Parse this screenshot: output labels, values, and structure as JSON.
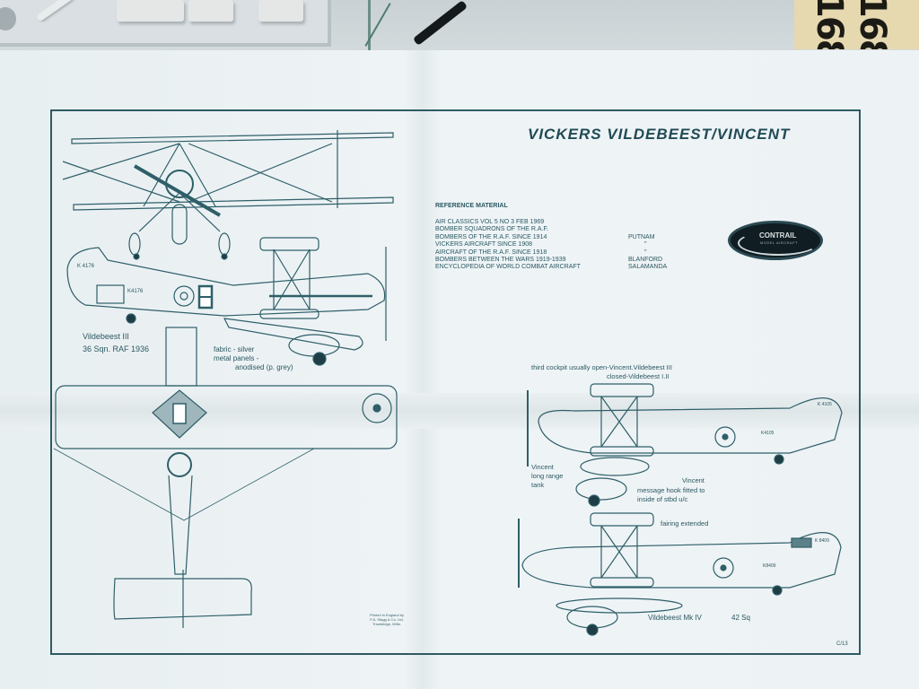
{
  "scene": {
    "description": "Photo of an unfolded plastic model kit instruction sheet lying on a desk",
    "background_items": [
      "plastic-sprue",
      "black-cable",
      "decal-sheet"
    ],
    "decal_sheet_text": [
      "168",
      "168"
    ]
  },
  "sheet": {
    "title": "VICKERS VILDEBEEST/VINCENT",
    "reference": {
      "heading": "REFERENCE MATERIAL",
      "items": [
        {
          "title": "AIR CLASSICS VOL 5 NO 3 FEB 1969",
          "publisher": ""
        },
        {
          "title": "BOMBER SQUADRONS OF THE R.A.F.",
          "publisher": ""
        },
        {
          "title": "BOMBERS OF THE  R.A.F. SINCE 1914",
          "publisher": "PUTNAM"
        },
        {
          "title": "VICKERS AIRCRAFT SINCE 1908",
          "publisher": "\""
        },
        {
          "title": "AIRCRAFT OF THE R.A.F. SINCE 1918",
          "publisher": "\""
        },
        {
          "title": "BOMBERS BETWEEN THE WARS 1919-1939",
          "publisher": "BLANFORD"
        },
        {
          "title": "ENCYCLOPEDIA OF WORLD COMBAT AIRCRAFT",
          "publisher": "SALAMANDA"
        }
      ]
    },
    "logo": {
      "name": "CONTRAIL",
      "subtitle": "MODEL AIRCRAFT"
    },
    "left_panel": {
      "caption_line1": "Vildebeest III",
      "caption_line2": "36 Sqn. RAF  1936",
      "finish_note_line1": "fabric - silver",
      "finish_note_line2": "metal panels -",
      "finish_note_line3": "anodised (p. grey)",
      "serial_tail": "K 4176",
      "serial_fuselage": "K4176"
    },
    "right_panel": {
      "cockpit_note_line1": "third cockpit usually open-Vincent.Vildebeest III",
      "cockpit_note_line2": "closed-Vildebeest I.II",
      "tank_note_line1": "Vincent",
      "tank_note_line2": "long range",
      "tank_note_line3": "tank",
      "hook_note_line1": "Vincent",
      "hook_note_line2": "message hook fitted to",
      "hook_note_line3": "inside of stbd u/c",
      "fairing_note": "fairing extended",
      "upper_serial_tail": "K 4105",
      "upper_serial_fuselage": "K4105",
      "lower_serial_tail": "K 8409",
      "lower_serial_fuselage": "K8409",
      "lower_caption": "Vildebeest Mk IV",
      "lower_squadron": "42 Sq"
    },
    "printer_line1": "Printed in England by",
    "printer_line2": "F.A. Stagg & Co. Ltd.",
    "printer_line3": "Trowbridge, Wilts.",
    "corner_mark": "C/13"
  }
}
